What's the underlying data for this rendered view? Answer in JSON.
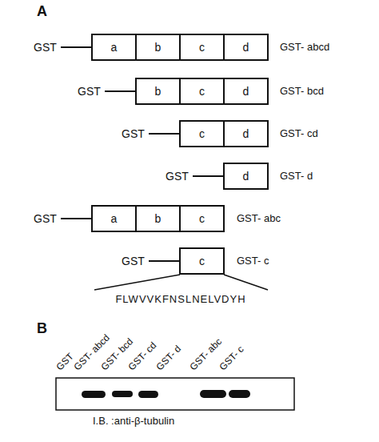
{
  "diagram": {
    "nodes": [
      {
        "text": [
          "a"
        ]
      },
      {
        "text": [
          "b"
        ]
      },
      {
        "text": [
          "c"
        ]
      },
      {
        "text": [
          "d"
        ]
      },
      {
        "text": [
          "b"
        ]
      },
      {
        "text": [
          "c"
        ]
      },
      {
        "text": [
          "d"
        ]
      },
      {
        "text": [
          "c"
        ]
      },
      {
        "text": [
          "d"
        ]
      },
      {
        "text": [
          "d"
        ]
      },
      {
        "text": [
          "a"
        ]
      },
      {
        "text": [
          "b"
        ]
      },
      {
        "text": [
          "c"
        ]
      },
      {
        "text": [
          "c"
        ]
      }
    ],
    "labels": [
      "A",
      "GST",
      "GST- abcd",
      "GST",
      "GST- bcd",
      "GST",
      "GST- cd",
      "GST",
      "GST- d",
      "GST",
      "GST- abc",
      "GST",
      "GST- c",
      "FLWVVKFNSLNELVDYH",
      "B",
      "GST",
      "GST- abcd",
      "GST- bcd",
      "GST- cd",
      "GST- d",
      "GST- abc",
      "GST- c",
      "I.B. :anti-β-tubulin"
    ]
  }
}
